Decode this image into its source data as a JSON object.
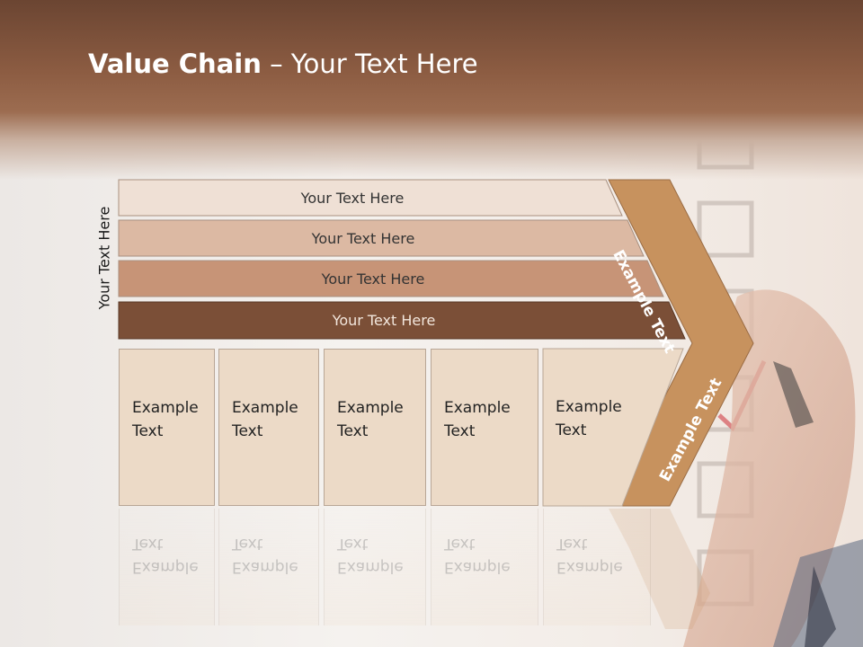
{
  "slide": {
    "title_bold": "Value Chain",
    "title_rest": " – Your Text Here",
    "side_label": "Your Text Here"
  },
  "bands": [
    {
      "label": "Your Text Here",
      "color": "#efe0d5",
      "text_color": "#333333"
    },
    {
      "label": "Your Text Here",
      "color": "#dcb9a3",
      "text_color": "#333333"
    },
    {
      "label": "Your Text Here",
      "color": "#c79477",
      "text_color": "#333333"
    },
    {
      "label": "Your Text Here",
      "color": "#7b4f37",
      "text_color": "#f2e6dc"
    }
  ],
  "boxes": [
    {
      "line1": "Example",
      "line2": "Text"
    },
    {
      "line1": "Example",
      "line2": "Text"
    },
    {
      "line1": "Example",
      "line2": "Text"
    },
    {
      "line1": "Example",
      "line2": "Text"
    },
    {
      "line1": "Example",
      "line2": "Text"
    }
  ],
  "chevron": {
    "upper_label": "Example Text",
    "lower_label": "Example Text",
    "color": "#c7925e"
  }
}
